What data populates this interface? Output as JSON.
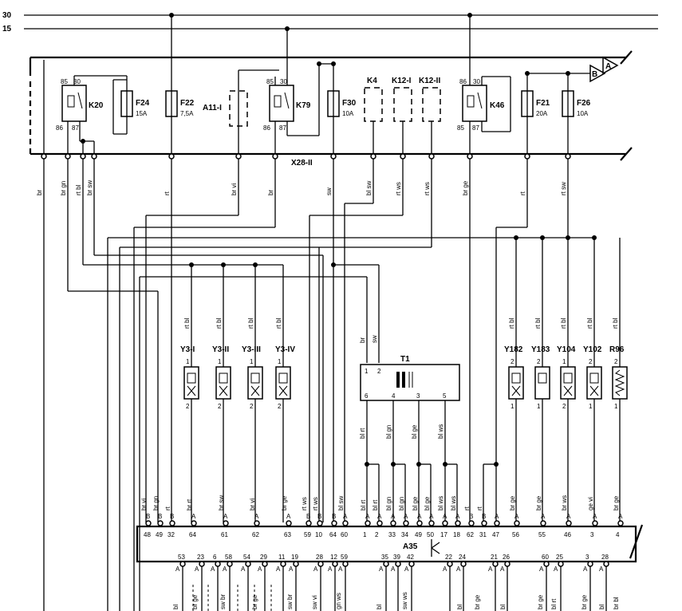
{
  "rails": {
    "r30": "30",
    "r15": "15"
  },
  "connector_x28": "X28-II",
  "connector_a35": "A35",
  "transformer": "T1",
  "labels": {
    "k20": "K20",
    "f24": "F24",
    "f24a": "15A",
    "f22": "F22",
    "f22a": "7,5A",
    "a11": "A11-I",
    "k79": "K79",
    "f30": "F30",
    "f30a": "10A",
    "k4": "K4",
    "k12i": "K12-I",
    "k12ii": "K12-II",
    "k46": "K46",
    "f21": "F21",
    "f21a": "20A",
    "f26": "F26",
    "f26a": "10A",
    "a": "A",
    "b": "B",
    "y3i": "Y3-I",
    "y3ii": "Y3-II",
    "y3iii": "Y3-III",
    "y3iv": "Y3-IV",
    "y182": "Y182",
    "y183": "Y183",
    "y104": "Y104",
    "y102": "Y102",
    "r96": "R96"
  },
  "relay_pins": {
    "p85": "85",
    "p30": "30",
    "p86": "86",
    "p87": "87"
  },
  "wire_colors_top": {
    "w1": "br",
    "w2": "br gn",
    "w3": "rt bl",
    "w4": "br sw",
    "w5": "rt",
    "w6": "br vi",
    "w7": "br",
    "w8": "sw",
    "w9": "bl sw",
    "w10": "rt ws",
    "w11": "rt ws",
    "w12": "br ge",
    "w13": "rt",
    "w14": "rt sw"
  },
  "wire_colors_valves": {
    "v1": "rt bl",
    "v2": "rt bl",
    "v3": "rt bl",
    "v4": "rt bl",
    "v5": "rt bl",
    "v6": "rt bl",
    "v7": "rt bl",
    "v8": "rt bl",
    "v9": "rt bl"
  },
  "t1_wires": {
    "a": "br",
    "b": "sw",
    "c": "bl rt",
    "d": "bl gn",
    "e": "bl ge",
    "f": "bl ws"
  },
  "t1_pins": {
    "p1": "1",
    "p2": "2",
    "p6": "6",
    "p4": "4",
    "p3": "3",
    "p5": "5"
  },
  "comp_pins": {
    "one": "1",
    "two": "2"
  },
  "a35_top_wires": [
    "br vi",
    "br gn",
    "rt",
    "br rt",
    "br sw",
    "br vi",
    "br ge",
    "rt ws",
    "rt ws",
    "bl sw",
    "bl rt",
    "bl rt",
    "bl gn",
    "bl gn",
    "bl ge",
    "bl ge",
    "bl ws",
    "bl ws",
    "rt",
    "rt",
    "br ge",
    "br ge",
    "br ws",
    "ge vi",
    "br ge"
  ],
  "a35_top_pins": [
    "48",
    "49",
    "32",
    "64",
    "61",
    "62",
    "63",
    "59",
    "10",
    "64",
    "60",
    "1",
    "2",
    "33",
    "34",
    "49",
    "50",
    "17",
    "18",
    "62",
    "31",
    "47",
    "56",
    "55",
    "46",
    "3",
    "4"
  ],
  "a35_bottom_pins": [
    "53",
    "23",
    "6",
    "58",
    "54",
    "29",
    "11",
    "19",
    "28",
    "12",
    "59",
    "35",
    "39",
    "42",
    "22",
    "24",
    "21",
    "26",
    "60",
    "25",
    "3",
    "28"
  ],
  "a35_bottom_wires": [
    "bl",
    "br ge",
    "sw br",
    "br ge",
    "sw br",
    "sw vi",
    "gn ws",
    "bl",
    "sw ws",
    "bl",
    "br ge",
    "bl",
    "br ge",
    "bl rt",
    "br ge",
    "bl",
    "br bl"
  ],
  "pin_letters": {
    "A": "A",
    "B": "B"
  }
}
